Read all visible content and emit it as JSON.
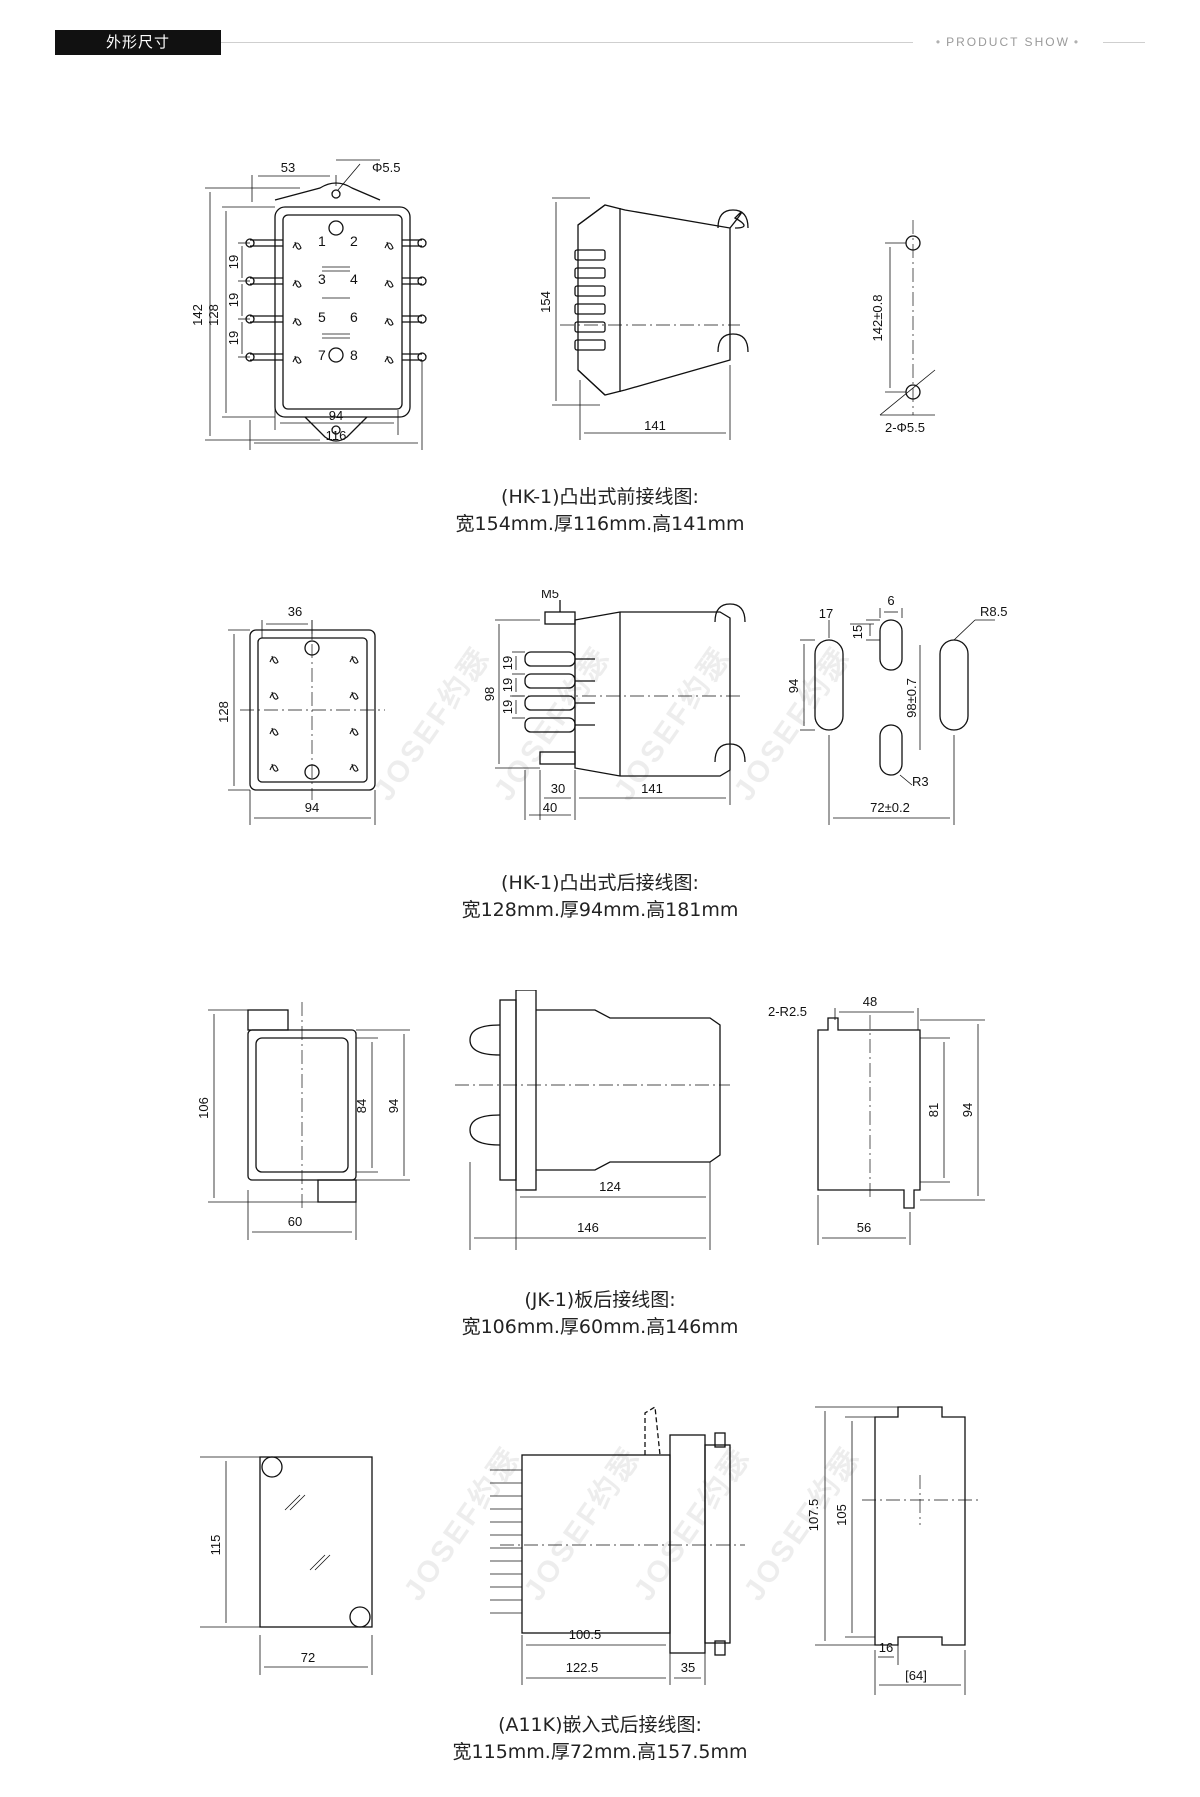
{
  "header": {
    "tag": "外形尺寸",
    "subtitle": "PRODUCT SHOW"
  },
  "watermark": "JOSEF约瑟",
  "sections": [
    {
      "caption_title": "(HK-1)凸出式前接线图:",
      "caption_dims": "宽154mm.厚116mm.高141mm",
      "dims": [
        "53",
        "Φ5.5",
        "142",
        "128",
        "19",
        "19",
        "19",
        "94",
        "116",
        "154",
        "141",
        "142±0.8",
        "2-Φ5.5"
      ],
      "terminals": [
        "1",
        "2",
        "3",
        "4",
        "5",
        "6",
        "7",
        "8"
      ]
    },
    {
      "caption_title": "(HK-1)凸出式后接线图:",
      "caption_dims": "宽128mm.厚94mm.高181mm",
      "dims": [
        "36",
        "128",
        "94",
        "M5",
        "19",
        "19",
        "19",
        "98",
        "30",
        "141",
        "40",
        "17",
        "6",
        "15",
        "94",
        "98±0.7",
        "R8.5",
        "R3",
        "72±0.2"
      ]
    },
    {
      "caption_title": "(JK-1)板后接线图:",
      "caption_dims": "宽106mm.厚60mm.高146mm",
      "dims": [
        "106",
        "84",
        "94",
        "60",
        "124",
        "146",
        "2-R2.5",
        "48",
        "81",
        "94",
        "56"
      ]
    },
    {
      "caption_title": "(A11K)嵌入式后接线图:",
      "caption_dims": "宽115mm.厚72mm.高157.5mm",
      "dims": [
        "115",
        "72",
        "100.5",
        "35",
        "122.5",
        "107.5",
        "105",
        "16",
        "[64]"
      ]
    }
  ]
}
